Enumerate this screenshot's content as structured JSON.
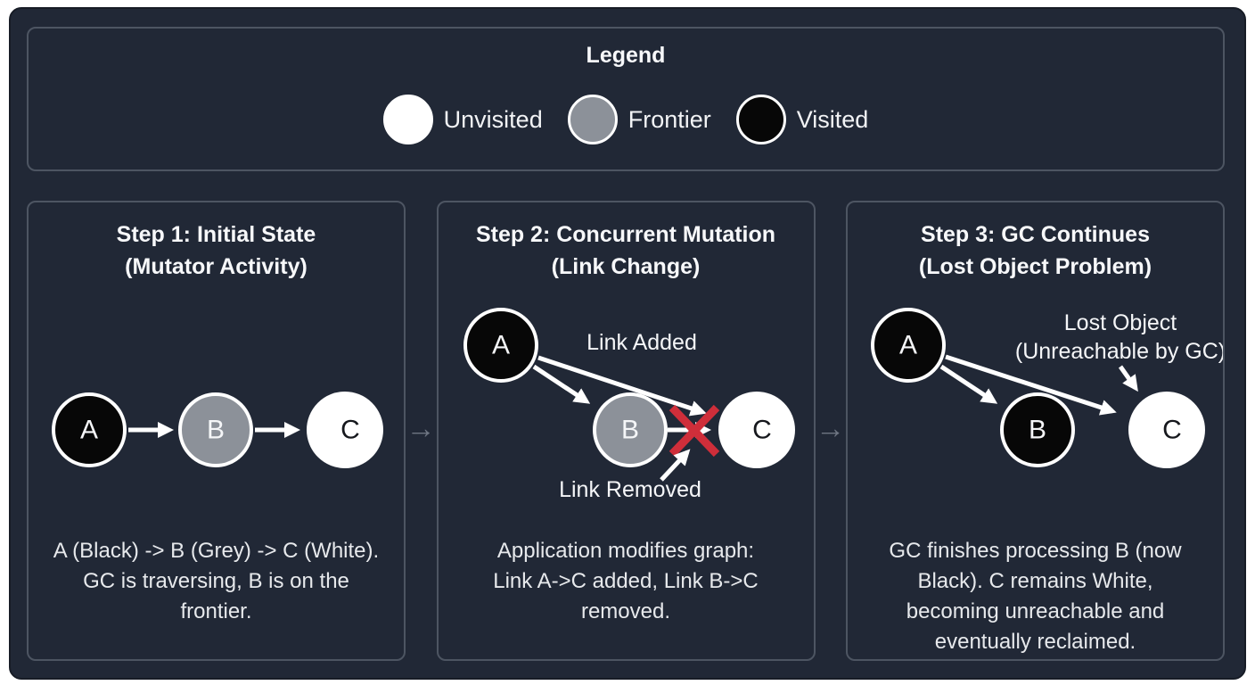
{
  "legend": {
    "title": "Legend",
    "items": [
      {
        "label": "Unvisited"
      },
      {
        "label": "Frontier"
      },
      {
        "label": "Visited"
      }
    ]
  },
  "colors": {
    "unvisited": "#ffffff",
    "frontier": "#8c9199",
    "visited": "#070707",
    "removed_x": "#cf2e3a"
  },
  "separator_arrow": "→",
  "steps": [
    {
      "title": "Step 1: Initial State",
      "subtitle": "(Mutator Activity)",
      "nodes": [
        {
          "label": "A"
        },
        {
          "label": "B"
        },
        {
          "label": "C"
        }
      ],
      "caption": "A (Black) -> B (Grey) -> C (White). GC is traversing, B is on the frontier."
    },
    {
      "title": "Step 2: Concurrent Mutation",
      "subtitle": "(Link Change)",
      "nodes": [
        {
          "label": "A"
        },
        {
          "label": "B"
        },
        {
          "label": "C"
        }
      ],
      "link_added_label": "Link Added",
      "link_removed_label": "Link Removed",
      "caption": "Application modifies graph: Link A->C added, Link B->C removed."
    },
    {
      "title": "Step 3: GC Continues",
      "subtitle": "(Lost Object Problem)",
      "nodes": [
        {
          "label": "A"
        },
        {
          "label": "B"
        },
        {
          "label": "C"
        }
      ],
      "lost_object_label_line1": "Lost Object",
      "lost_object_label_line2": "(Unreachable by GC)",
      "caption": "GC finishes processing B (now Black). C remains White, becoming unreachable and eventually reclaimed."
    }
  ]
}
